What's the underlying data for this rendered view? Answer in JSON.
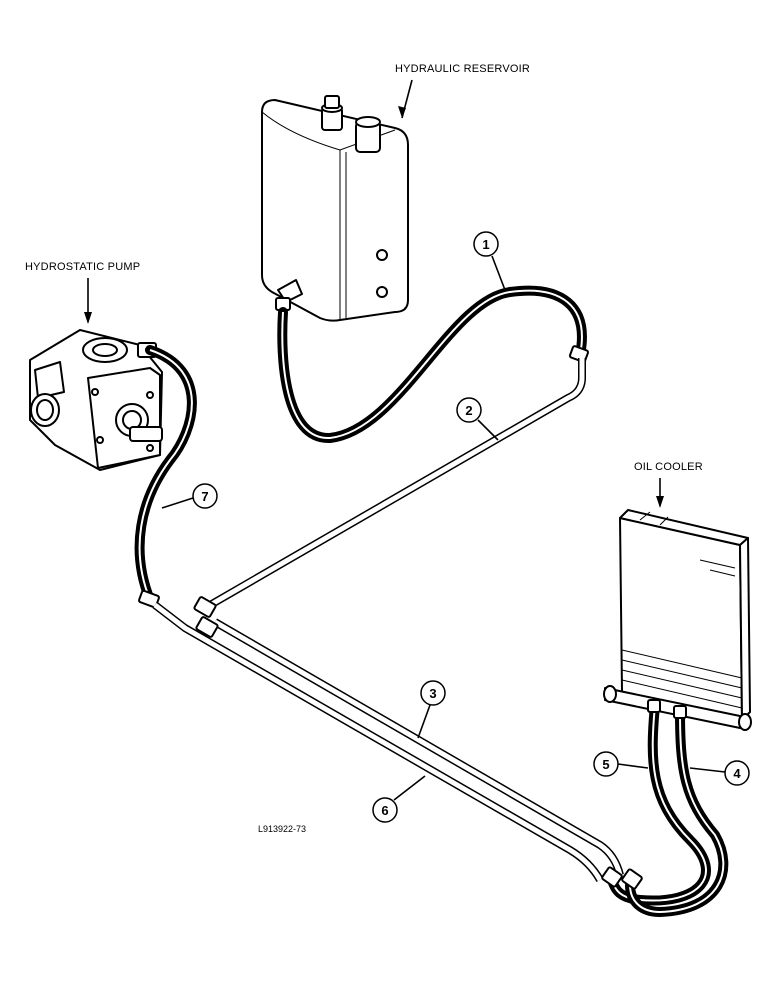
{
  "labels": {
    "reservoir": "HYDRAULIC RESERVOIR",
    "pump": "HYDROSTATIC PUMP",
    "cooler": "OIL COOLER",
    "drawing_number": "L913922-73"
  },
  "callouts": [
    {
      "id": "1",
      "text": "1"
    },
    {
      "id": "2",
      "text": "2"
    },
    {
      "id": "3",
      "text": "3"
    },
    {
      "id": "4",
      "text": "4"
    },
    {
      "id": "5",
      "text": "5"
    },
    {
      "id": "6",
      "text": "6"
    },
    {
      "id": "7",
      "text": "7"
    }
  ],
  "colors": {
    "ink": "#000000",
    "paper": "#ffffff"
  }
}
